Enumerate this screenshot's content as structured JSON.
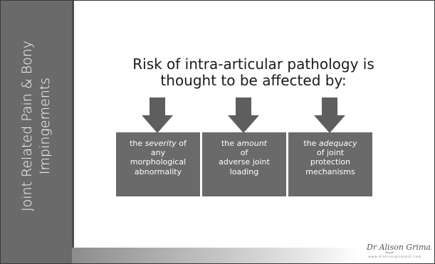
{
  "sidebar": {
    "title": "Joint Related Pain & Bony Impingements"
  },
  "main": {
    "heading_line1": "Risk of intra-articular pathology is",
    "heading_line2": "thought to be affected by:"
  },
  "boxes": [
    {
      "pre": "the ",
      "em": "severity",
      "post": " of",
      "l2": "any",
      "l3": "morphological",
      "l4": "abnormality"
    },
    {
      "pre": "the ",
      "em": "amount",
      "post": "",
      "l2": "of",
      "l3": "adverse joint",
      "l4": "loading"
    },
    {
      "pre": "the ",
      "em": "adequacy",
      "post": "",
      "l2": "of joint",
      "l3": "protection",
      "l4": "mechanisms"
    }
  ],
  "logo": {
    "signature": "Dr Alison Grimaldi",
    "url": "www.dralisongrimaldi.com"
  },
  "colors": {
    "sidebar": "#6a6a6a",
    "box": "#6a6a6a",
    "arrow": "#5e5e5e"
  },
  "icons": [
    "down-arrow-icon"
  ]
}
